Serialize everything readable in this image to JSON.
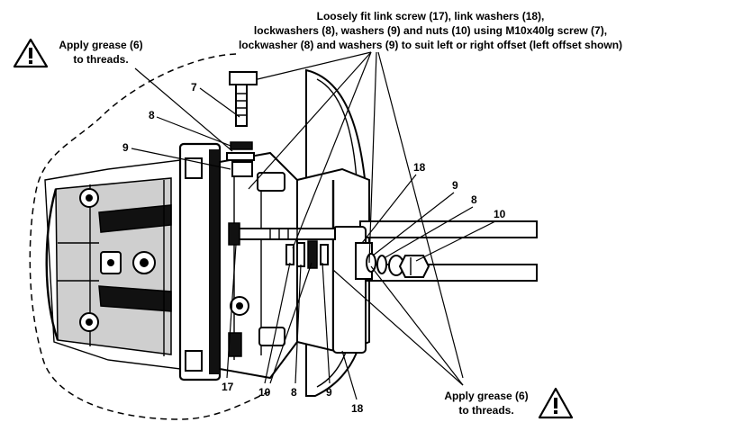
{
  "notes": {
    "top_line1": "Loosely fit link screw (17), link washers (18),",
    "top_line2": "lockwashers (8), washers (9) and nuts (10) using M10x40lg screw (7),",
    "top_line3": "lockwasher (8) and washers (9) to suit left or right offset (left offset shown)",
    "grease_left_line1": "Apply grease (6)",
    "grease_left_line2": "to threads.",
    "grease_right_line1": "Apply grease (6)",
    "grease_right_line2": "to threads."
  },
  "parts": {
    "p7": "7",
    "p8_top": "8",
    "p9_left": "9",
    "p18_top": "18",
    "p9_right": "9",
    "p8_right": "8",
    "p10_right": "10",
    "p17": "17",
    "p10_bottom": "10",
    "p8_bottom": "8",
    "p9_bottom": "9",
    "p18_bottom": "18"
  },
  "icons": {
    "warning_left": "warning-icon",
    "warning_right": "warning-icon"
  }
}
